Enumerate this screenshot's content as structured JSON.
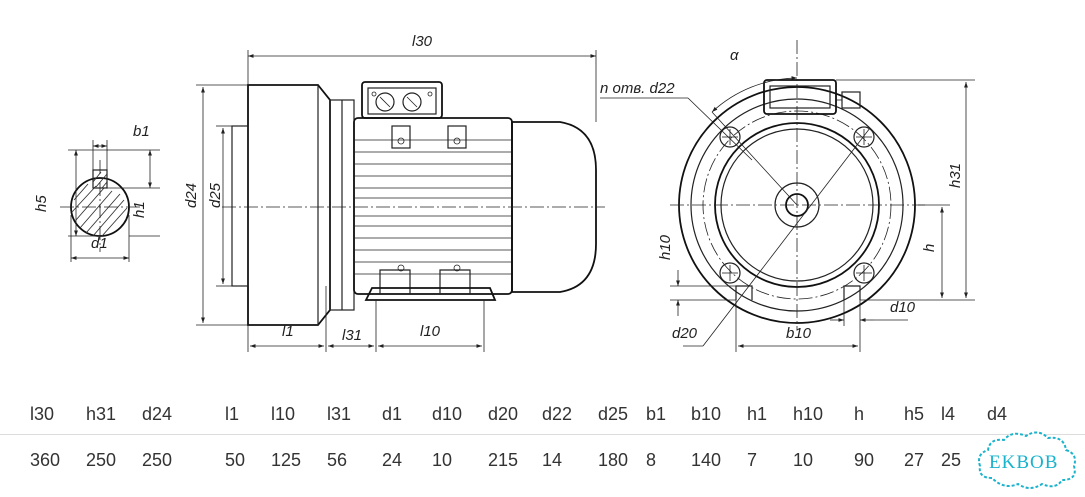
{
  "drawing": {
    "labels": {
      "l30": "l30",
      "holes": "n отв. d22",
      "alpha": "α",
      "b1": "b1",
      "h5": "h5",
      "h1": "h1",
      "d1": "d1",
      "d24": "d24",
      "d25": "d25",
      "l1": "l1",
      "l31": "l31",
      "l10": "l10",
      "h10": "h10",
      "d20": "d20",
      "b10": "b10",
      "d10": "d10",
      "h": "h",
      "h31": "h31"
    }
  },
  "table": {
    "headers": [
      "l30",
      "h31",
      "d24",
      "l1",
      "l10",
      "l31",
      "d1",
      "d10",
      "d20",
      "d22",
      "d25",
      "b1",
      "b10",
      "h1",
      "h10",
      "h",
      "h5",
      "l4",
      "d4"
    ],
    "values": [
      "360",
      "250",
      "250",
      "50",
      "125",
      "56",
      "24",
      "10",
      "215",
      "14",
      "180",
      "8",
      "140",
      "7",
      "10",
      "90",
      "27",
      "25",
      ""
    ]
  },
  "logo": {
    "text": "EKBOB",
    "color": "#1ab3cc"
  }
}
